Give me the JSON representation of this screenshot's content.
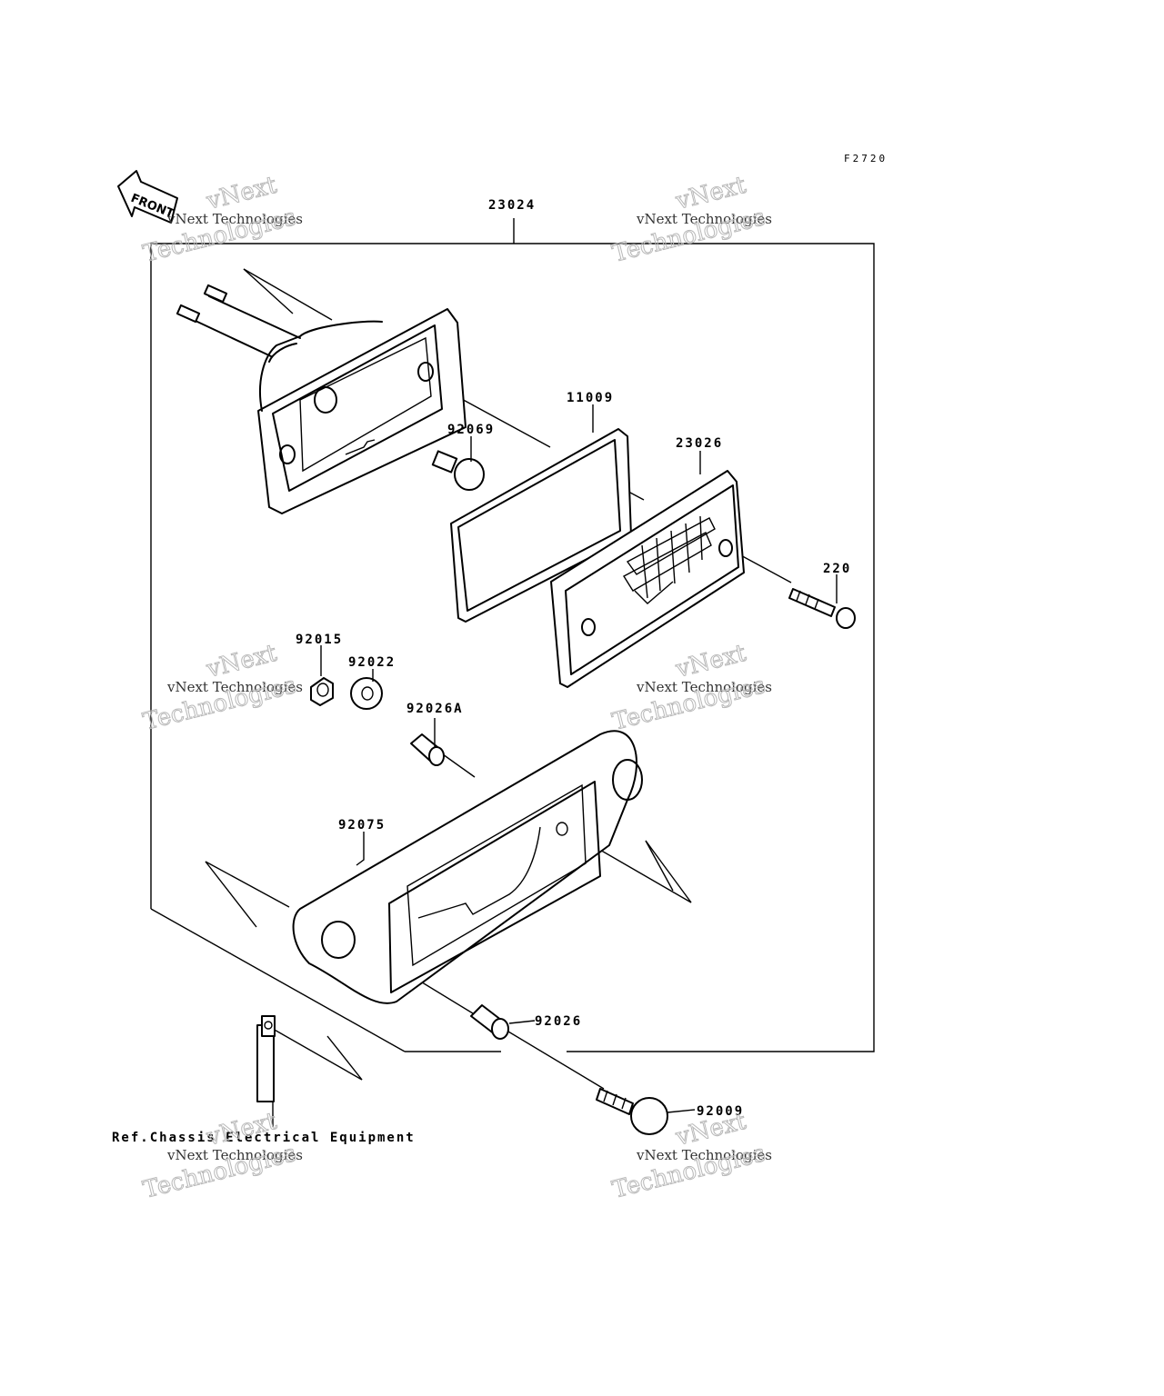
{
  "figure_code": "F2720",
  "front_label": "FRONT",
  "parts": {
    "p23024": "23024",
    "p11009": "11009",
    "p92069": "92069",
    "p23026": "23026",
    "p220": "220",
    "p92015": "92015",
    "p92022": "92022",
    "p92026A": "92026A",
    "p92075": "92075",
    "p92026": "92026",
    "p92009": "92009"
  },
  "reference_note": "Ref.Chassis Electrical Equipment",
  "watermark": {
    "line_small": "vNext Technologies",
    "line_big_1": "vNext",
    "line_big_2": "Technologies"
  }
}
